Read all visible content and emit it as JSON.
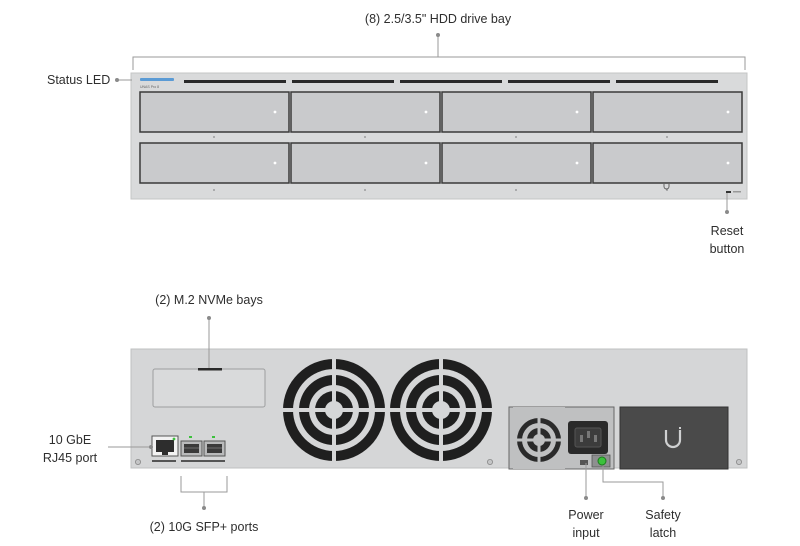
{
  "front": {
    "drive_bay_label": "(8) 2.5/3.5\" HDD drive bay",
    "status_led_label": "Status LED",
    "reset_label_line1": "Reset",
    "reset_label_line2": "button",
    "model_text": "UNAS Pro 8",
    "drive_bay_count": 8,
    "led_color": "#5b9bd5"
  },
  "rear": {
    "nvme_label": "(2) M.2 NVMe bays",
    "rj45_label_line1": "10 GbE",
    "rj45_label_line2": "RJ45 port",
    "sfp_label": "(2) 10G SFP+ ports",
    "power_label_line1": "Power",
    "power_label_line2": "input",
    "latch_label_line1": "Safety",
    "latch_label_line2": "latch",
    "fan_count": 2,
    "port_led_color": "#3cc13c"
  }
}
